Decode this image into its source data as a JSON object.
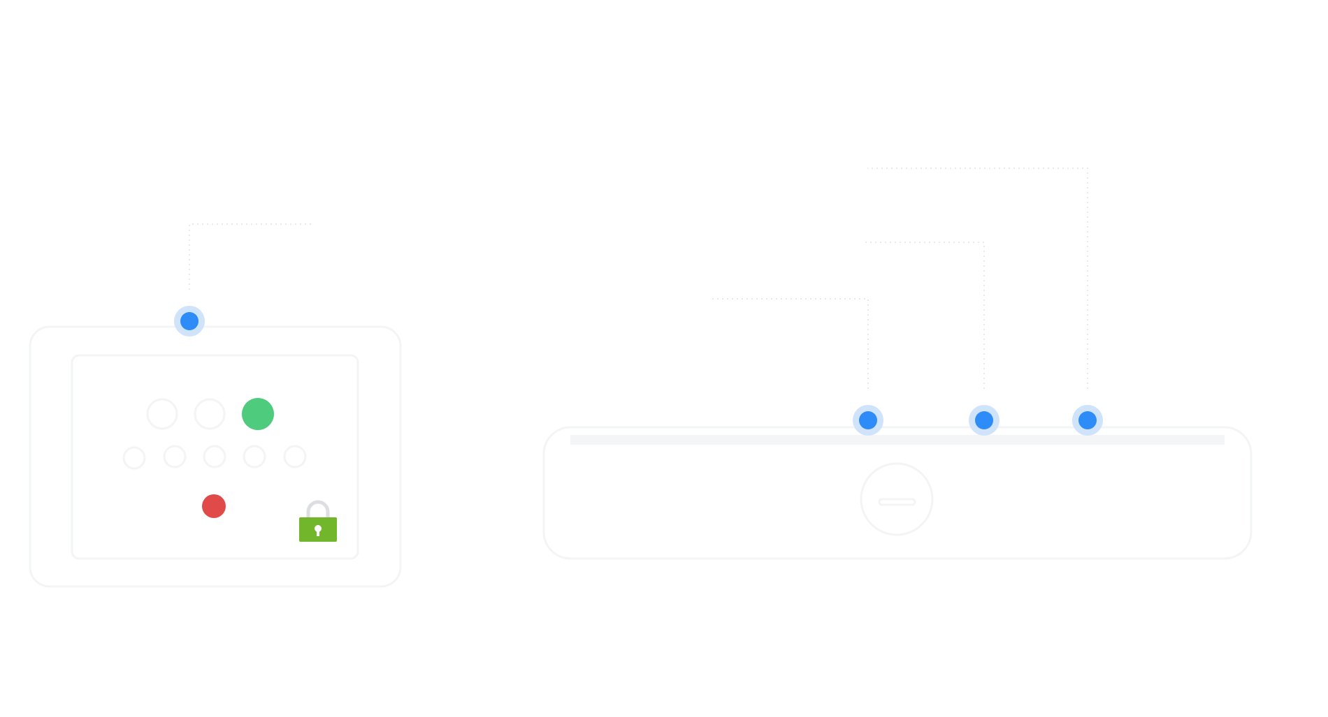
{
  "colors": {
    "background": "#ffffff",
    "outline": "#f3f4f5",
    "connector": "#e7e9eb",
    "node_fill": "#2d8cf8",
    "node_halo": "#cfe3fb",
    "status_on": "#4ecb7c",
    "status_alert": "#e04b4a",
    "lock_body": "#71b62b",
    "lock_shackle": "#dcdee1",
    "tray_bar": "#f3f5f7"
  },
  "left_device": {
    "indicator_top_row": [
      "off",
      "off",
      "on"
    ],
    "indicator_bottom_row": [
      "off",
      "off",
      "off",
      "off",
      "off"
    ],
    "alert_indicator": "alert",
    "lock_icon": "padlock-locked",
    "connection_points": 1
  },
  "right_device": {
    "center_icon": "minus-circle",
    "connection_points": 3
  }
}
